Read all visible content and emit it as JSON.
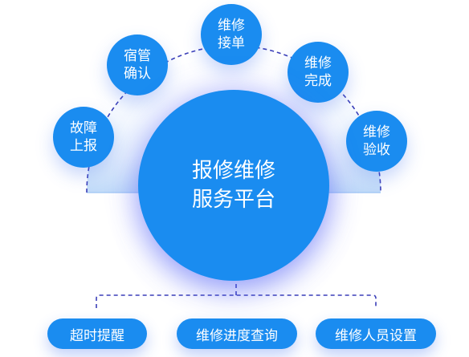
{
  "center": {
    "label": "报修维修\n服务平台"
  },
  "steps": [
    {
      "label": "故障\n上报"
    },
    {
      "label": "宿管\n确认"
    },
    {
      "label": "维修\n接单"
    },
    {
      "label": "维修\n完成"
    },
    {
      "label": "维修\n验收"
    }
  ],
  "features": [
    {
      "label": "超时提醒"
    },
    {
      "label": "维修进度查询"
    },
    {
      "label": "维修人员设置"
    }
  ],
  "colors": {
    "bubble": "#1a8cf0",
    "dashed_line": "#3b3fb8",
    "fan_fill": "#cfe3fb"
  }
}
